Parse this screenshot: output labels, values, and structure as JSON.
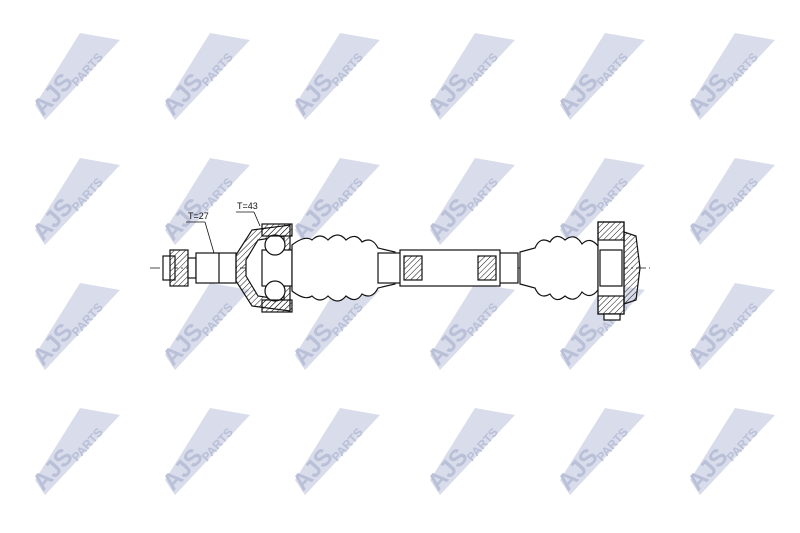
{
  "watermark": {
    "text_main": "AJS",
    "text_sub": "PARTS",
    "color": "#b9c0d8"
  },
  "diagram": {
    "title": "Drive shaft",
    "labels": {
      "teeth_outer": "T=27",
      "teeth_inner": "T=43"
    },
    "line_color": "#111111"
  }
}
